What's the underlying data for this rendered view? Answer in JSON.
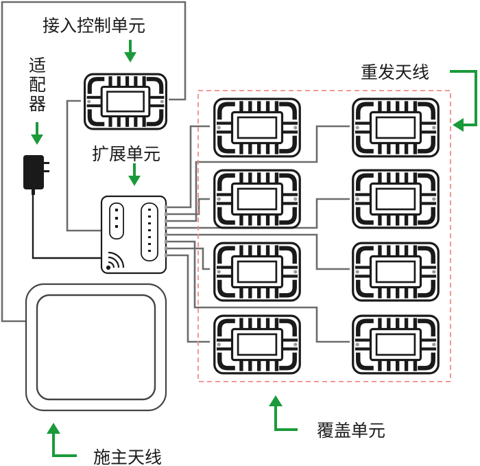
{
  "labels": {
    "access_control_unit": "接入控制单元",
    "adapter_line1": "适",
    "adapter_line2": "配",
    "adapter_line3": "器",
    "expansion_unit": "扩展单元",
    "relay_antenna": "重发天线",
    "coverage_unit": "覆盖单元",
    "donor_antenna": "施主天线"
  },
  "colors": {
    "arrow": "#1a9a3a",
    "coverage_border": "#f08a8a",
    "cable": "#6b6b6b",
    "unit_outline": "#1a1a1a"
  },
  "icons": {
    "adapter": "power-adapter-icon",
    "wireless": "wireless-signal-icon"
  }
}
